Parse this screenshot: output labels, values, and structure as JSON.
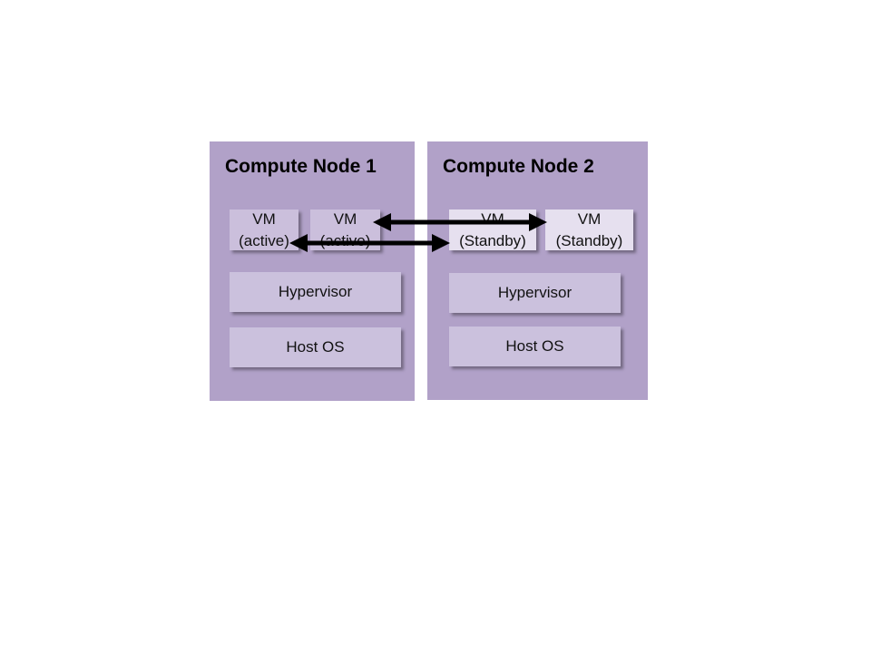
{
  "nodes": [
    {
      "title": "Compute Node 1",
      "vms": [
        {
          "line1": "VM",
          "line2": "(active)"
        },
        {
          "line1": "VM",
          "line2": "(active)"
        }
      ],
      "hypervisor": "Hypervisor",
      "host_os": "Host OS"
    },
    {
      "title": "Compute Node 2",
      "vms": [
        {
          "line1": "VM",
          "line2": "(Standby)"
        },
        {
          "line1": "VM",
          "line2": "(Standby)"
        }
      ],
      "hypervisor": "Hypervisor",
      "host_os": "Host OS"
    }
  ],
  "colors": {
    "node_background": "#b1a1c8",
    "vm_active": "#cbbfdc",
    "vm_standby": "#e6e0ef",
    "layer_box": "#cbc1dd",
    "arrow": "#000000"
  }
}
